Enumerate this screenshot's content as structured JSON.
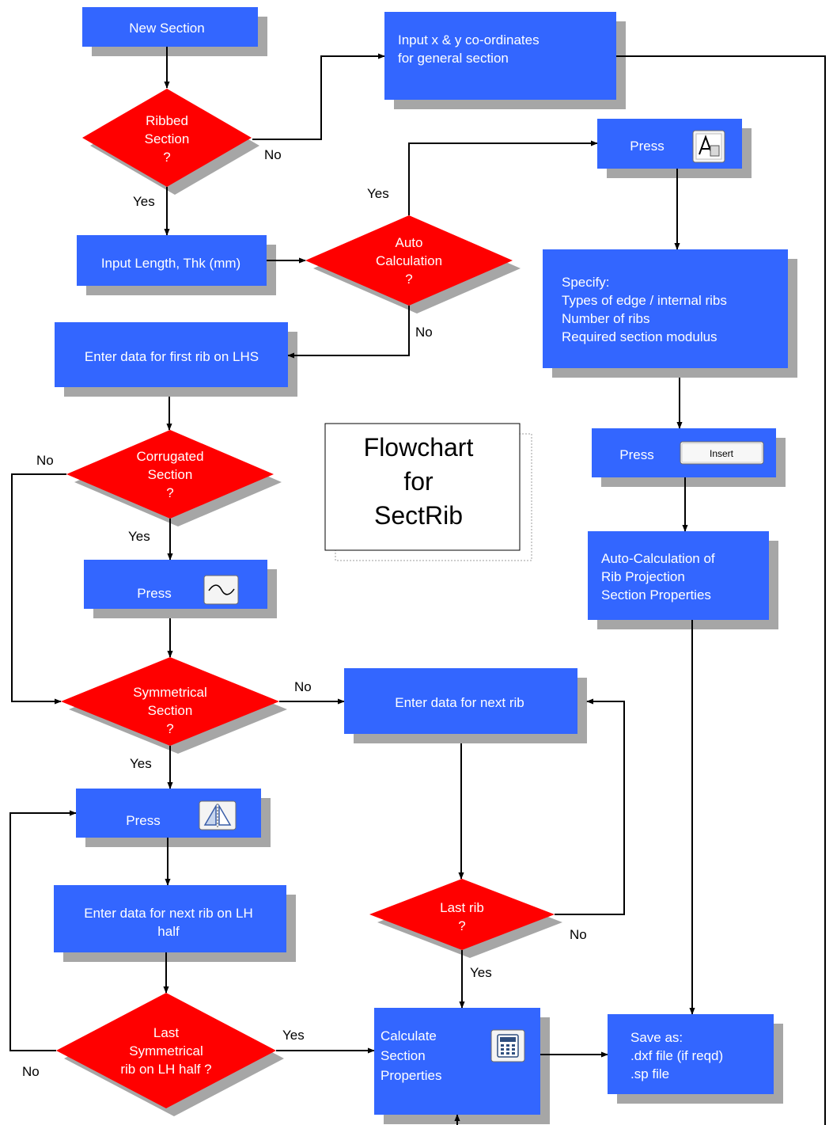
{
  "title": {
    "lines": [
      "Flowchart",
      "for",
      "SectRib"
    ]
  },
  "colors": {
    "box": "#3366ff",
    "decision": "#ff0000",
    "shadow": "#a6a6a6",
    "line": "#000000"
  },
  "nodes": {
    "new_section": {
      "lines": [
        "New Section"
      ]
    },
    "input_xy": {
      "lines": [
        "Input  x & y co-ordinates",
        "for general section"
      ]
    },
    "ribbed_q": {
      "lines": [
        "Ribbed",
        "Section",
        "?"
      ]
    },
    "press_auto": {
      "lines": [
        "Press"
      ],
      "icon": "auto-calc-icon"
    },
    "input_length": {
      "lines": [
        "Input Length, Thk (mm)"
      ]
    },
    "auto_calc_q": {
      "lines": [
        "Auto",
        "Calculation",
        "?"
      ]
    },
    "specify": {
      "lines": [
        "Specify:",
        "Types of edge / internal ribs",
        "Number of ribs",
        "Required section modulus"
      ]
    },
    "enter_first": {
      "lines": [
        "Enter data for first rib on LHS"
      ]
    },
    "corrugated_q": {
      "lines": [
        "Corrugated",
        "Section",
        "?"
      ]
    },
    "press_insert": {
      "lines": [
        "Press"
      ],
      "button_label": "Insert"
    },
    "press_wave": {
      "lines": [
        "Press"
      ],
      "icon": "wave-icon"
    },
    "auto_calc_rib": {
      "lines": [
        "Auto-Calculation of",
        "Rib Projection",
        "Section Properties"
      ]
    },
    "symmetrical_q": {
      "lines": [
        "Symmetrical",
        "Section",
        "?"
      ]
    },
    "enter_next": {
      "lines": [
        "Enter data for next rib"
      ]
    },
    "press_mirror": {
      "lines": [
        "Press"
      ],
      "icon": "mirror-icon"
    },
    "enter_next_lh": {
      "lines": [
        "Enter data for next rib on LH",
        "half"
      ]
    },
    "last_rib_q": {
      "lines": [
        "Last rib",
        "?"
      ]
    },
    "last_sym_q": {
      "lines": [
        "Last",
        "Symmetrical",
        "rib on LH half ?"
      ]
    },
    "calc_props": {
      "lines": [
        "Calculate",
        "Section",
        "Properties"
      ],
      "icon": "calculator-icon"
    },
    "save_as": {
      "lines": [
        "Save as:",
        ".dxf file (if reqd)",
        ".sp file"
      ]
    }
  },
  "labels": {
    "ribbed_no": "No",
    "ribbed_yes": "Yes",
    "auto_yes": "Yes",
    "auto_no": "No",
    "corr_no": "No",
    "corr_yes": "Yes",
    "sym_no": "No",
    "sym_yes": "Yes",
    "last_rib_no": "No",
    "last_rib_yes": "Yes",
    "last_sym_yes": "Yes",
    "last_sym_no": "No"
  }
}
